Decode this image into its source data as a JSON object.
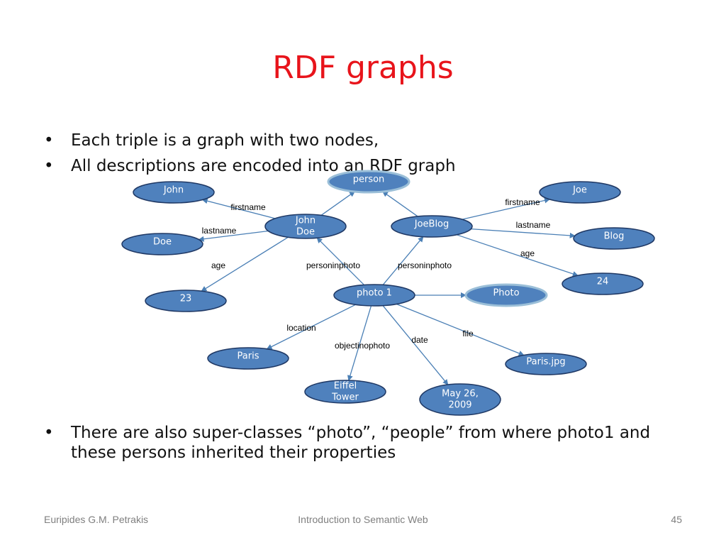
{
  "slide": {
    "title": "RDF graphs",
    "bullets_top": [
      "Each triple is a graph with two nodes,",
      "All descriptions are encoded into an RDF graph"
    ],
    "bullets_bottom": [
      "There are also super-classes “photo”, “people” from where photo1 and these persons inherited their properties"
    ],
    "footer": {
      "author": "Euripides G.M. Petrakis",
      "course": "Introduction to Semantic Web",
      "page": "45"
    }
  },
  "colors": {
    "title": "#e8141b",
    "node_fill": "#4f81bd",
    "node_stroke": "#1f3864",
    "class_fill": "#4f81bd",
    "class_stroke": "#9bbfd8",
    "edge": "#4a7fb5",
    "node_text": "#ffffff",
    "edge_label": "#000000"
  },
  "diagram": {
    "nodes": [
      {
        "id": "John",
        "lines": [
          "John"
        ],
        "class": false
      },
      {
        "id": "Doe",
        "lines": [
          "Doe"
        ],
        "class": false
      },
      {
        "id": "23",
        "lines": [
          "23"
        ],
        "class": false
      },
      {
        "id": "JohnDoe",
        "lines": [
          "John",
          "Doe"
        ],
        "class": false
      },
      {
        "id": "person",
        "lines": [
          "person"
        ],
        "class": true
      },
      {
        "id": "JoeBlog",
        "lines": [
          "JoeBlog"
        ],
        "class": false
      },
      {
        "id": "Joe",
        "lines": [
          "Joe"
        ],
        "class": false
      },
      {
        "id": "Blog",
        "lines": [
          "Blog"
        ],
        "class": false
      },
      {
        "id": "24",
        "lines": [
          "24"
        ],
        "class": false
      },
      {
        "id": "photo1",
        "lines": [
          "photo 1"
        ],
        "class": false
      },
      {
        "id": "Photo",
        "lines": [
          "Photo"
        ],
        "class": true
      },
      {
        "id": "Paris",
        "lines": [
          "Paris"
        ],
        "class": false
      },
      {
        "id": "EiffelTower",
        "lines": [
          "Eiffel",
          "Tower"
        ],
        "class": false
      },
      {
        "id": "May26",
        "lines": [
          "May 26,",
          "2009"
        ],
        "class": false
      },
      {
        "id": "ParisJpg",
        "lines": [
          "Paris.jpg"
        ],
        "class": false
      }
    ],
    "edges": [
      {
        "from": "JohnDoe",
        "to": "John",
        "label": "firstname"
      },
      {
        "from": "JohnDoe",
        "to": "Doe",
        "label": "lastname"
      },
      {
        "from": "JohnDoe",
        "to": "23",
        "label": "age"
      },
      {
        "from": "JohnDoe",
        "to": "person",
        "label": ""
      },
      {
        "from": "JoeBlog",
        "to": "person",
        "label": ""
      },
      {
        "from": "JoeBlog",
        "to": "Joe",
        "label": "firstname"
      },
      {
        "from": "JoeBlog",
        "to": "Blog",
        "label": "lastname"
      },
      {
        "from": "JoeBlog",
        "to": "24",
        "label": "age"
      },
      {
        "from": "photo1",
        "to": "JohnDoe",
        "label": "personinphoto"
      },
      {
        "from": "photo1",
        "to": "JoeBlog",
        "label": "personinphoto"
      },
      {
        "from": "photo1",
        "to": "Photo",
        "label": ""
      },
      {
        "from": "photo1",
        "to": "Paris",
        "label": "location"
      },
      {
        "from": "photo1",
        "to": "EiffelTower",
        "label": "objectinophoto"
      },
      {
        "from": "photo1",
        "to": "May26",
        "label": "date"
      },
      {
        "from": "photo1",
        "to": "ParisJpg",
        "label": "file"
      }
    ]
  }
}
